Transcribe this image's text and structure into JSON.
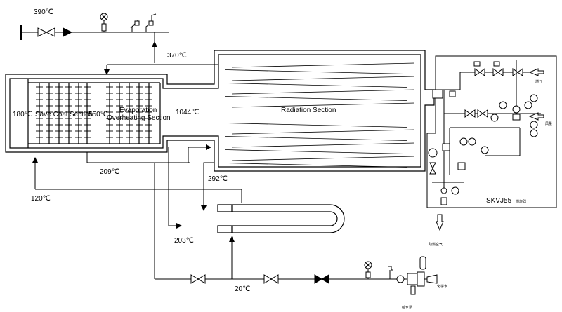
{
  "temperatures": {
    "t390": "390℃",
    "t370": "370℃",
    "t180": "180℃",
    "t550": "550℃",
    "t1044": "1044℃",
    "t209": "209℃",
    "t120": "120℃",
    "t292": "292℃",
    "t203": "203℃",
    "t20": "20℃"
  },
  "sections": {
    "save_coal": "Save Coal Section",
    "evaporation_line1": "Evaporation",
    "evaporation_line2": "Overheating Section",
    "radiation": "Radiation Section"
  },
  "control_panel": {
    "model": "SKVJ55",
    "model_suffix": "燃烧器"
  },
  "small_labels": {
    "top_right": "燃气",
    "mid_right": "风量",
    "bottom_inlet": "助燃空气",
    "bottom_pump": "给水泵",
    "bottom_right": "化学水"
  }
}
